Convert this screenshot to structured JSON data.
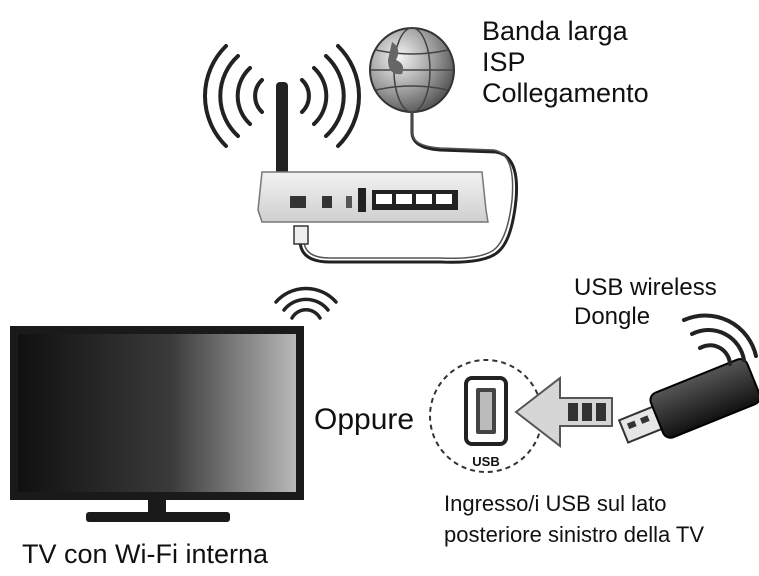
{
  "labels": {
    "isp_line1": "Banda larga",
    "isp_line2": "ISP",
    "isp_line3": "Collegamento",
    "dongle_line1": "USB wireless",
    "dongle_line2": "Dongle",
    "oppure": "Oppure",
    "usb_port_badge": "USB",
    "usb_input_line1": "Ingresso/i USB sul lato",
    "usb_input_line2": "posteriore sinistro della TV",
    "tv_caption": "TV con Wi-Fi interna"
  },
  "icons": {
    "globe": "globe-icon",
    "router": "router-icon",
    "tv": "tv-icon",
    "dongle": "usb-dongle-icon",
    "usb_port": "usb-port-icon",
    "arrow": "arrow-left-icon",
    "wifi": "wifi-waves-icon"
  },
  "colors": {
    "line": "#222222",
    "router_body": "#e8e8e8",
    "tv_frame": "#1a1a1a",
    "arrow_fill": "#d6d6d6"
  }
}
